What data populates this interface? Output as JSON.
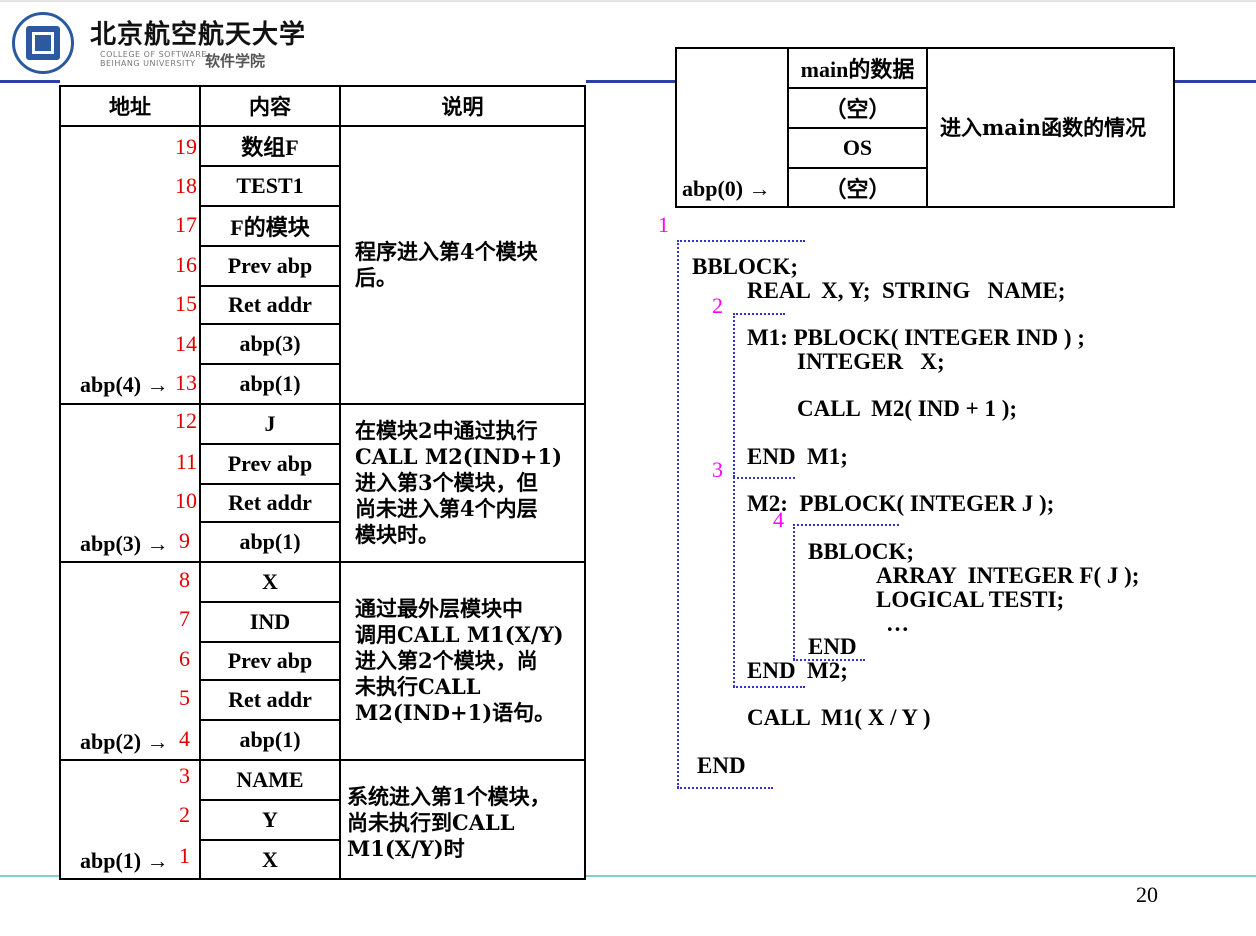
{
  "header": {
    "university_name": "北京航空航天大学",
    "college_en_line1": "COLLEGE OF SOFTWARE",
    "college_en_line2": "BEIHANG UNIVERSITY",
    "college_cn": "软件学院"
  },
  "page_number": "20",
  "stack_table": {
    "headers": [
      "地址",
      "内容",
      "说明"
    ],
    "rows": [
      {
        "num": "19",
        "content": "数组F"
      },
      {
        "num": "18",
        "content": "TEST1"
      },
      {
        "num": "17",
        "content": "F的模块"
      },
      {
        "num": "16",
        "content": "Prev abp"
      },
      {
        "num": "15",
        "content": "Ret addr"
      },
      {
        "num": "14",
        "content": "abp(3)"
      },
      {
        "num": "13",
        "content": "abp(1)"
      },
      {
        "num": "12",
        "content": "J"
      },
      {
        "num": "11",
        "content": "Prev abp"
      },
      {
        "num": "10",
        "content": "Ret addr"
      },
      {
        "num": "9",
        "content": "abp(1)"
      },
      {
        "num": "8",
        "content": "X"
      },
      {
        "num": "7",
        "content": "IND"
      },
      {
        "num": "6",
        "content": "Prev abp"
      },
      {
        "num": "5",
        "content": "Ret addr"
      },
      {
        "num": "4",
        "content": "abp(1)"
      },
      {
        "num": "3",
        "content": "NAME"
      },
      {
        "num": "2",
        "content": "Y"
      },
      {
        "num": "1",
        "content": "X"
      }
    ],
    "abp_labels": [
      "abp(4) →",
      "abp(3) →",
      "abp(2) →",
      "abp(1) →"
    ],
    "descriptions": [
      [
        "程序进入第4个模块",
        "后。"
      ],
      [
        "在模块2中通过执行",
        "CALL M2(IND+1)",
        "进入第3个模块，但",
        "尚未进入第4个内层",
        "模块时。"
      ],
      [
        "通过最外层模块中",
        "调用CALL M1(X/Y)",
        "进入第2个模块，尚",
        "未执行CALL",
        "M2(IND+1)语句。"
      ],
      [
        "系统进入第1个模块，",
        "尚未执行到CALL",
        "M1(X/Y)时"
      ]
    ]
  },
  "main_table": {
    "cells": [
      "main的数据",
      "（空）",
      "OS",
      "（空）"
    ],
    "abp_label": "abp(0) →",
    "description": "进入main函数的情况"
  },
  "code": {
    "lines": [
      "BBLOCK;",
      "REAL  X, Y;  STRING   NAME;",
      "M1: PBLOCK( INTEGER IND ) ;",
      "INTEGER   X;",
      "CALL  M2( IND + 1 );",
      "END  M1;",
      "M2:  PBLOCK( INTEGER J );",
      "BBLOCK;",
      "ARRAY  INTEGER F( J );",
      "LOGICAL TESTI;",
      "…",
      "END",
      "END  M2;",
      "CALL  M1( X / Y )",
      "END"
    ],
    "module_numbers": [
      "1",
      "2",
      "3",
      "4"
    ]
  }
}
